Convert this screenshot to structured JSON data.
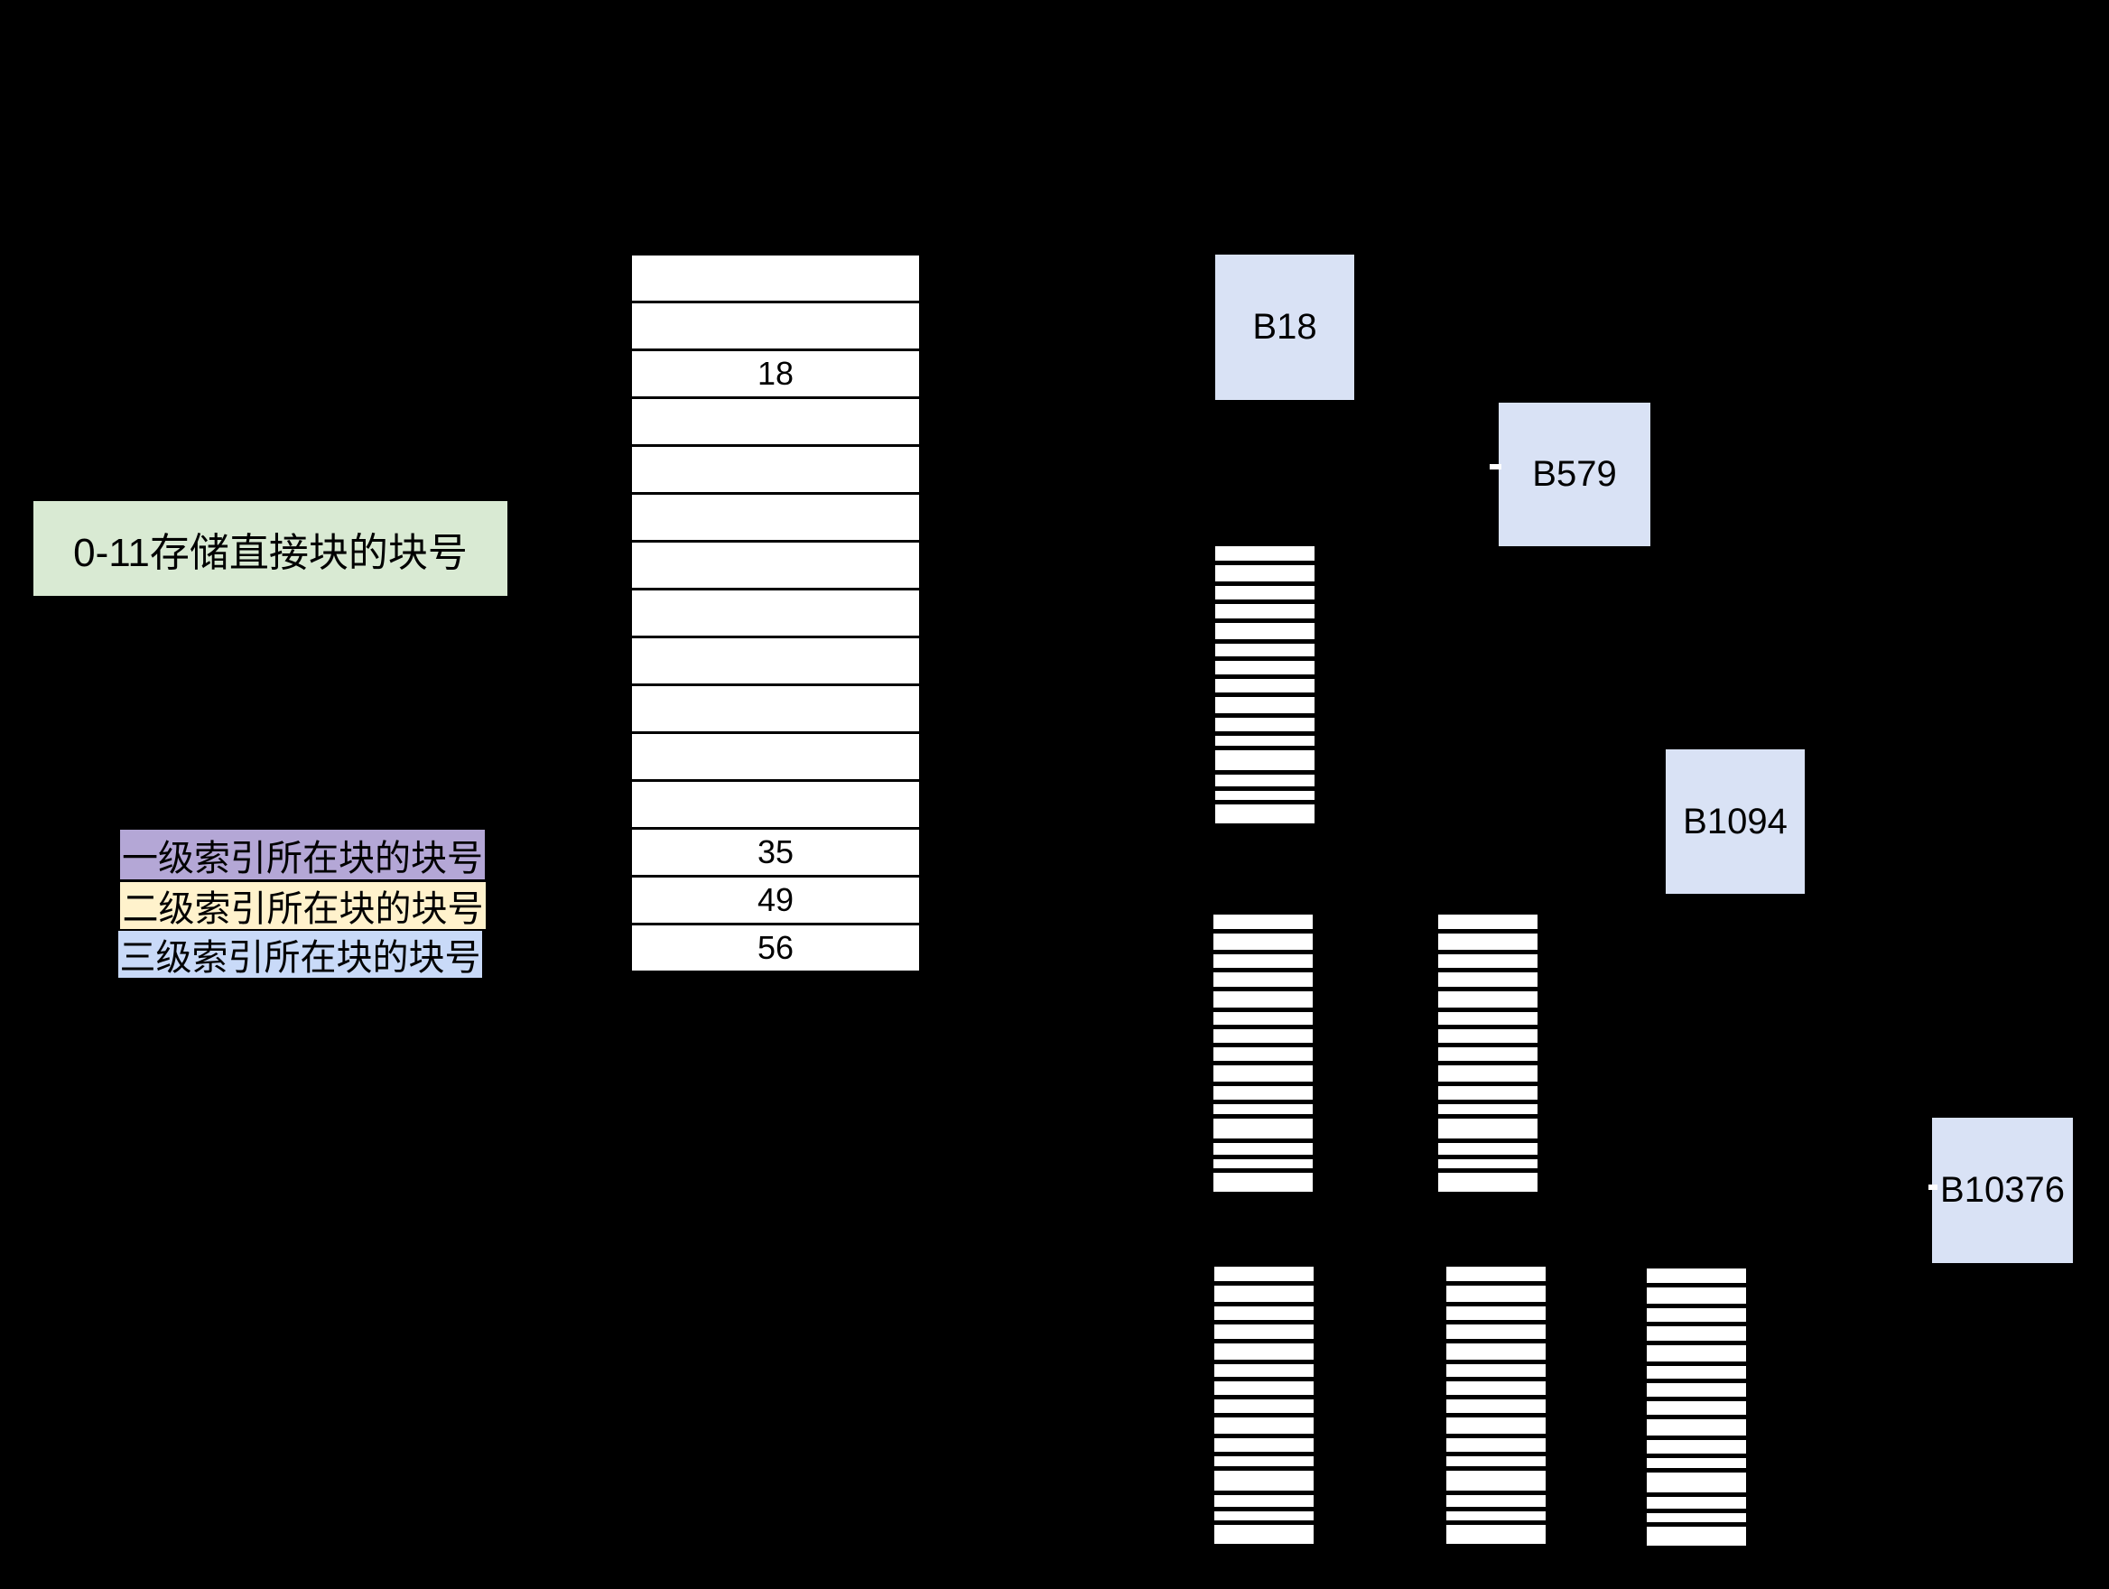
{
  "diagram": {
    "colors": {
      "background": "#000000",
      "cell_fill": "#ffffff",
      "text": "#000000",
      "direct_label_bg": "#d9ead3",
      "level1_label_bg": "#b4a7d6",
      "level2_label_bg": "#fff2cc",
      "level3_label_bg": "#c9daf8",
      "data_block_bg": "#d9e2f5"
    },
    "inode_table": {
      "rows": [
        "",
        "",
        "18",
        "",
        "",
        "",
        "",
        "",
        "",
        "",
        "",
        "",
        "35",
        "49",
        "56"
      ]
    },
    "annotations": {
      "direct": {
        "text": "0-11存储直接块的块号"
      },
      "level1": {
        "text": "一级索引所在块的块号"
      },
      "level2": {
        "text": "二级索引所在块的块号"
      },
      "level3": {
        "text": "三级索引所在块的块号"
      }
    },
    "data_blocks": [
      {
        "label": "B18"
      },
      {
        "label": "B579"
      },
      {
        "label": "B1094"
      },
      {
        "label": "B10376"
      }
    ],
    "index_blocks": {
      "stripe_count": 15,
      "level1_count": 1,
      "level2_count": 2,
      "level3_count": 3
    }
  }
}
